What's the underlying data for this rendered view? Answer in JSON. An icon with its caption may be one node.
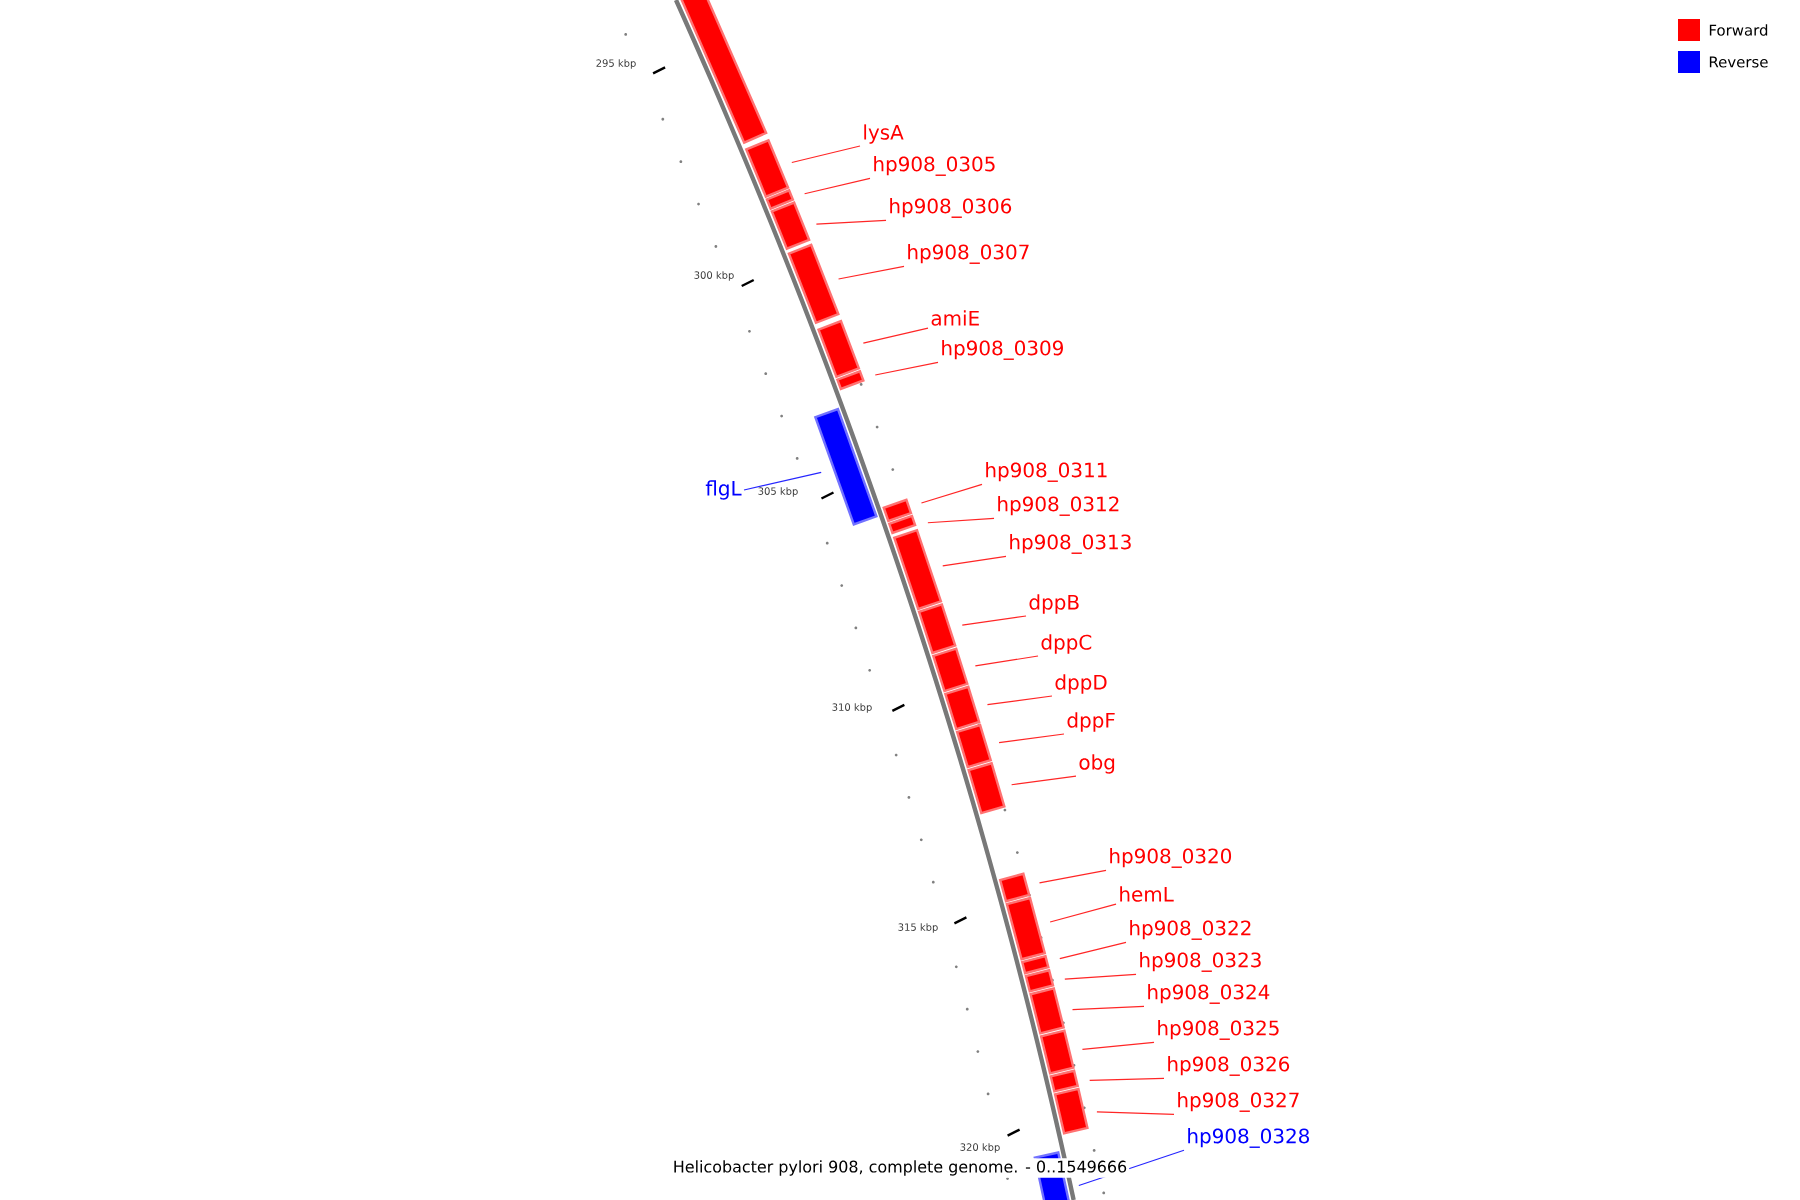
{
  "diagram": {
    "caption": "Helicobacter pylori 908, complete genome. - 0..1549666",
    "nodes": [
      {
        "text": [],
        "shape": "bar"
      },
      {
        "text": [
          "lysA"
        ]
      },
      {
        "text": [],
        "shape": "bar"
      },
      {
        "text": [
          "hp908_0305"
        ]
      },
      {
        "text": [],
        "shape": "bar"
      },
      {
        "text": [
          "hp908_0306"
        ]
      },
      {
        "text": [],
        "shape": "bar"
      },
      {
        "text": [
          "hp908_0307"
        ]
      },
      {
        "text": [],
        "shape": "bar"
      },
      {
        "text": [
          "amiE"
        ]
      },
      {
        "text": [],
        "shape": "bar"
      },
      {
        "text": [
          "hp908_0309"
        ]
      },
      {
        "text": [],
        "shape": "bar"
      },
      {
        "text": [
          "flgL"
        ]
      },
      {
        "text": [],
        "shape": "bar"
      },
      {
        "text": [
          "hp908_0311"
        ]
      },
      {
        "text": [],
        "shape": "bar"
      },
      {
        "text": [
          "hp908_0312"
        ]
      },
      {
        "text": [],
        "shape": "bar"
      },
      {
        "text": [
          "hp908_0313"
        ]
      },
      {
        "text": [],
        "shape": "bar"
      },
      {
        "text": [
          "dppB"
        ]
      },
      {
        "text": [],
        "shape": "bar"
      },
      {
        "text": [
          "dppC"
        ]
      },
      {
        "text": [],
        "shape": "bar"
      },
      {
        "text": [
          "dppD"
        ]
      },
      {
        "text": [],
        "shape": "bar"
      },
      {
        "text": [
          "dppF"
        ]
      },
      {
        "text": [],
        "shape": "bar"
      },
      {
        "text": [
          "obg"
        ]
      },
      {
        "text": [],
        "shape": "bar"
      },
      {
        "text": [
          "hp908_0320"
        ]
      },
      {
        "text": [],
        "shape": "bar"
      },
      {
        "text": [
          "hemL"
        ]
      },
      {
        "text": [],
        "shape": "bar"
      },
      {
        "text": [
          "hp908_0322"
        ]
      },
      {
        "text": [],
        "shape": "bar"
      },
      {
        "text": [
          "hp908_0323"
        ]
      },
      {
        "text": [],
        "shape": "bar"
      },
      {
        "text": [
          "hp908_0324"
        ]
      },
      {
        "text": [],
        "shape": "bar"
      },
      {
        "text": [
          "hp908_0325"
        ]
      },
      {
        "text": [],
        "shape": "bar"
      },
      {
        "text": [
          "hp908_0326"
        ]
      },
      {
        "text": [],
        "shape": "bar"
      },
      {
        "text": [
          "hp908_0327"
        ]
      },
      {
        "text": [],
        "shape": "bar"
      },
      {
        "text": [
          "hp908_0328"
        ]
      },
      {
        "text": [],
        "shape": "bar"
      }
    ],
    "edges": [
      {
        "from": 1,
        "to": 2,
        "arrow": "none"
      },
      {
        "from": 3,
        "to": 4,
        "arrow": "none"
      },
      {
        "from": 5,
        "to": 6,
        "arrow": "none"
      },
      {
        "from": 7,
        "to": 8,
        "arrow": "none"
      },
      {
        "from": 9,
        "to": 10,
        "arrow": "none"
      },
      {
        "from": 11,
        "to": 12,
        "arrow": "none"
      },
      {
        "from": 13,
        "to": 14,
        "arrow": "none",
        "color": "#0000ff"
      },
      {
        "from": 15,
        "to": 16,
        "arrow": "none"
      },
      {
        "from": 17,
        "to": 18,
        "arrow": "none"
      },
      {
        "from": 19,
        "to": 20,
        "arrow": "none"
      },
      {
        "from": 21,
        "to": 22,
        "arrow": "none"
      },
      {
        "from": 23,
        "to": 24,
        "arrow": "none"
      },
      {
        "from": 25,
        "to": 26,
        "arrow": "none"
      },
      {
        "from": 27,
        "to": 28,
        "arrow": "none"
      },
      {
        "from": 29,
        "to": 30,
        "arrow": "none"
      },
      {
        "from": 31,
        "to": 32,
        "arrow": "none"
      },
      {
        "from": 33,
        "to": 34,
        "arrow": "none"
      },
      {
        "from": 35,
        "to": 36,
        "arrow": "none"
      },
      {
        "from": 37,
        "to": 38,
        "arrow": "none"
      },
      {
        "from": 39,
        "to": 40,
        "arrow": "none"
      },
      {
        "from": 41,
        "to": 42,
        "arrow": "none"
      },
      {
        "from": 43,
        "to": 44,
        "arrow": "none"
      },
      {
        "from": 45,
        "to": 46,
        "arrow": "none"
      },
      {
        "from": 47,
        "to": 48,
        "arrow": "none",
        "color": "#0000ff"
      }
    ],
    "labels": [
      "295 kbp",
      "300 kbp",
      "305 kbp",
      "310 kbp",
      "315 kbp",
      "320 kbp"
    ],
    "legend": [
      {
        "text": "Forward",
        "color": "#ff0000"
      },
      {
        "text": "Reverse",
        "color": "#0000ff"
      }
    ]
  }
}
